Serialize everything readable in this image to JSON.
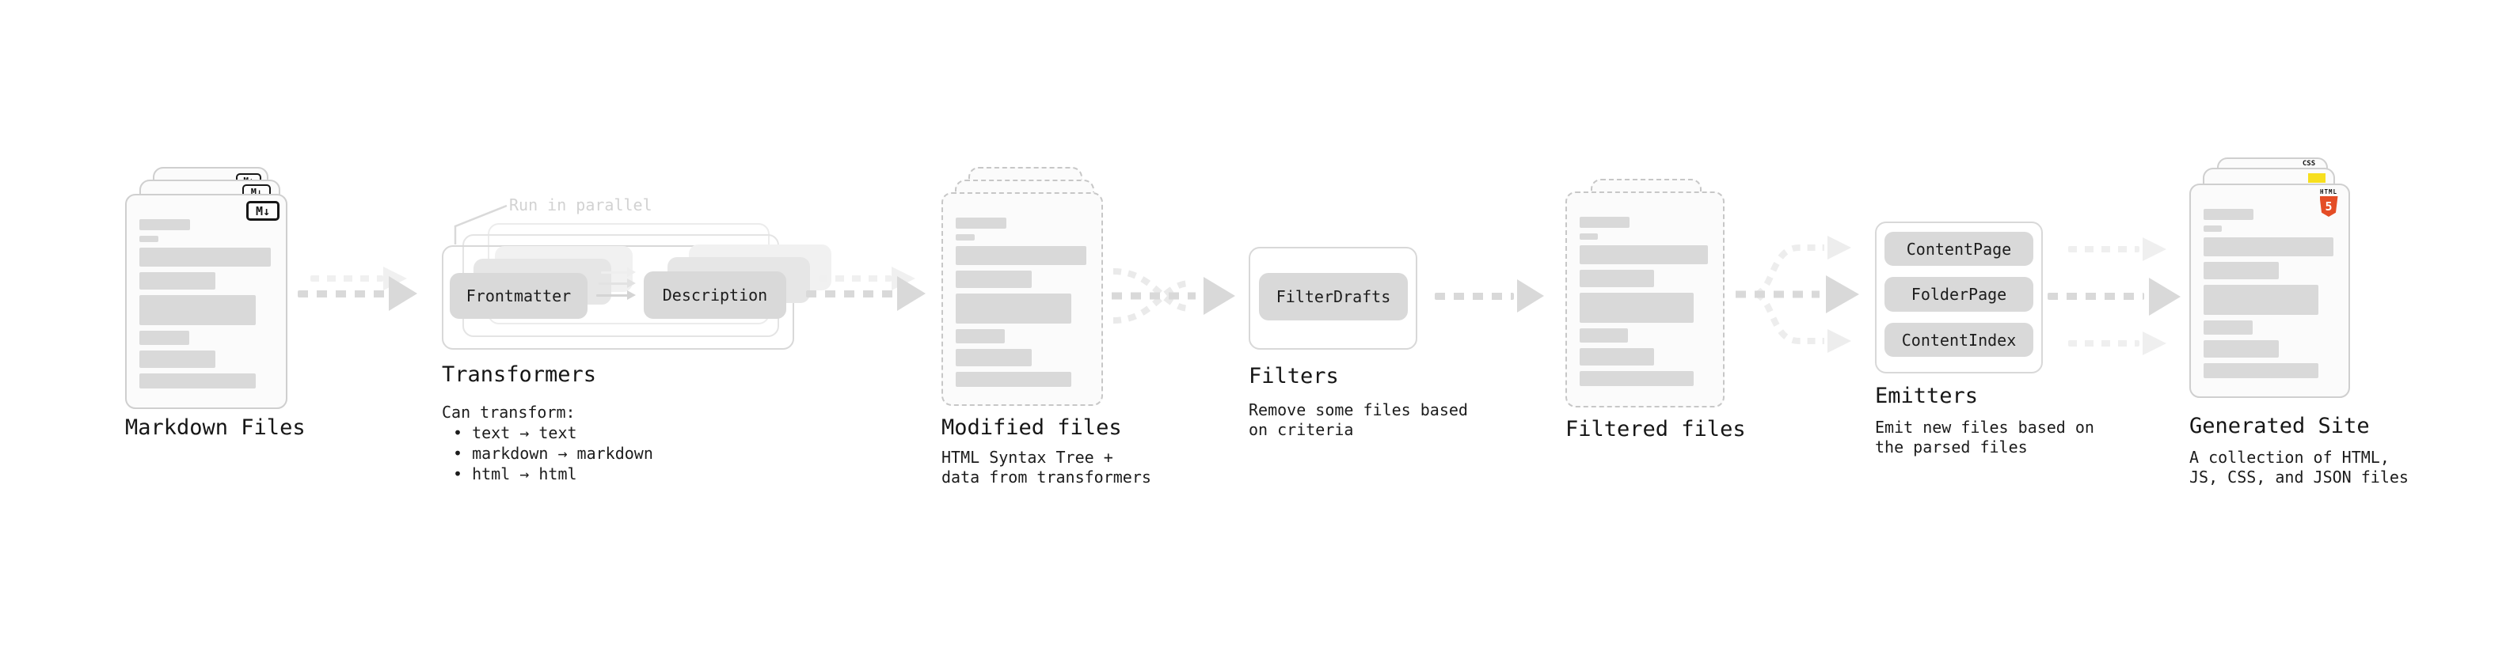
{
  "diagram": {
    "markdown": {
      "title": "Markdown Files",
      "badge": "M↓"
    },
    "transformers": {
      "title": "Transformers",
      "note": "Run in parallel",
      "chip_front": "Frontmatter",
      "chip_back": "Description",
      "desc_lines": [
        "Can transform:",
        "• text → text",
        "• markdown → markdown",
        "• html → html"
      ]
    },
    "modified": {
      "title": "Modified files",
      "desc_lines": [
        "HTML Syntax Tree +",
        "data from transformers"
      ]
    },
    "filters": {
      "title": "Filters",
      "chip": "FilterDrafts",
      "desc_lines": [
        "Remove some files based",
        "on criteria"
      ]
    },
    "filtered": {
      "title": "Filtered files"
    },
    "emitters": {
      "title": "Emitters",
      "chips": [
        "ContentPage",
        "FolderPage",
        "ContentIndex"
      ],
      "desc_lines": [
        "Emit new files based on",
        "the parsed files"
      ]
    },
    "generated": {
      "title": "Generated Site",
      "desc_lines": [
        "A collection of HTML,",
        "JS, CSS, and JSON files"
      ],
      "badges": {
        "css": "CSS",
        "html": "HTML",
        "html5_number": "5"
      }
    }
  },
  "colors": {
    "html5_orange": "#e44d26",
    "js_yellow": "#f7df1e",
    "css_blue": "#2b63f6",
    "arrow_gray": "#d9d9d9",
    "ghost_gray": "#f0f0f0",
    "chip_gray": "#d9d9d9"
  }
}
